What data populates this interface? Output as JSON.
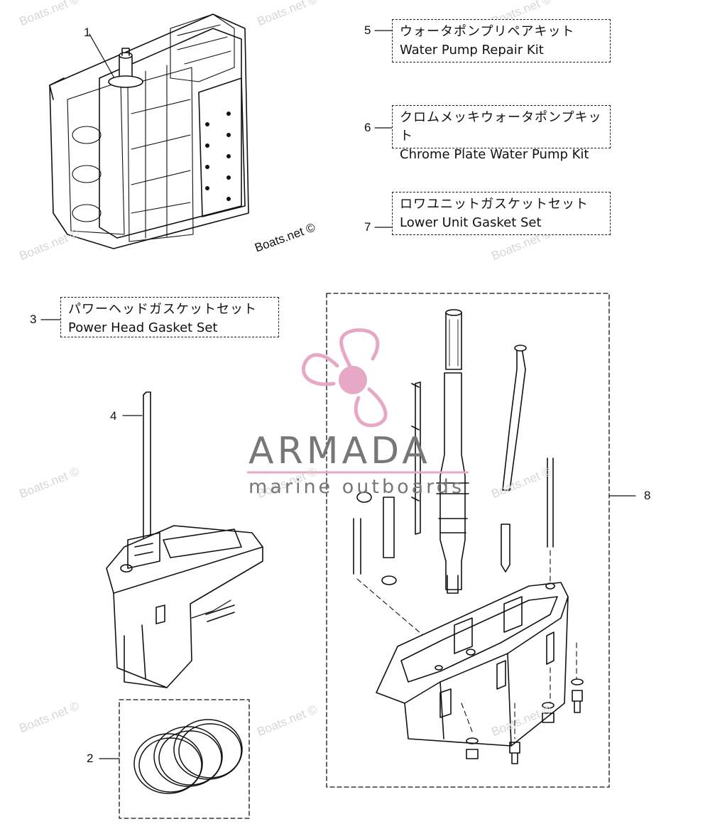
{
  "callouts": [
    {
      "num": "1"
    },
    {
      "num": "2"
    },
    {
      "num": "3",
      "jp": "パワーヘッドガスケットセット",
      "en": "Power Head Gasket Set"
    },
    {
      "num": "4"
    },
    {
      "num": "5",
      "jp": "ウォータポンプリペアキット",
      "en": "Water Pump Repair Kit"
    },
    {
      "num": "6",
      "jp": "クロムメッキウォータポンプキット",
      "en": "Chrome Plate Water Pump Kit"
    },
    {
      "num": "7",
      "jp": "ロワユニットガスケットセット",
      "en": "Lower Unit Gasket Set"
    },
    {
      "num": "8"
    }
  ],
  "credit": "Boats.net ©",
  "watermark": "Boats.net ©",
  "brand": {
    "name": "ARMADA",
    "tagline": "marine outboards",
    "accent": "#e7a8c6",
    "gray": "#777777"
  },
  "icons": [
    "propeller-logo-icon"
  ]
}
